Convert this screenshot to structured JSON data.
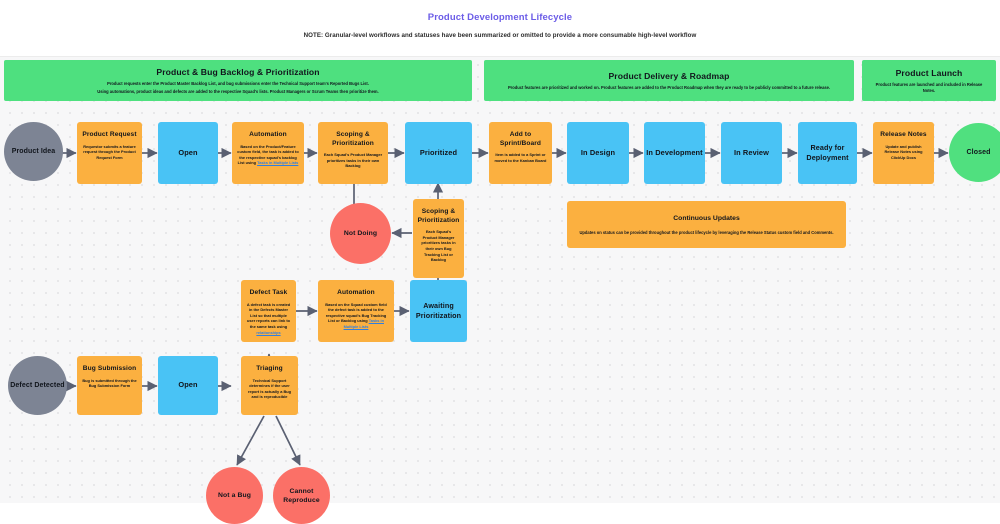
{
  "header": {
    "title": "Product Development Lifecycle",
    "note": "NOTE: Granular-level workflows and statuses have been summarized or omitted to provide a more consumable high-level workflow"
  },
  "banners": [
    {
      "id": "backlog",
      "title": "Product & Bug Backlog & Prioritization",
      "line1": "Product requests enter the Product Master Backlog List, and bug submissions enter the Technical Support team's Reported Bugs List.",
      "line2": "Using automations, product ideas and defects are added to the respective Squad's lists.  Product Managers or Scrum Teams then prioritize them."
    },
    {
      "id": "delivery",
      "title": "Product Delivery & Roadmap",
      "line1": "Product features are prioritized and worked on. Product features are added to the Product Roadmap when they are ready to be publicly committed to a future release.",
      "line2": ""
    },
    {
      "id": "launch",
      "title": "Product Launch",
      "line1": "Product features are launched and included in Release Notes.",
      "line2": ""
    }
  ],
  "nodes": {
    "product_idea": {
      "title": "Product Idea",
      "body": ""
    },
    "product_request": {
      "title": "Product Request",
      "body": "Requestor submits a feature request through the Product Request Form"
    },
    "open_top": {
      "title": "Open",
      "body": ""
    },
    "automation_top": {
      "title": "Automation",
      "body": "Based on the Product/Feature custom field, the task is added to the respective squad's backlog List using ",
      "link": "Tasks in Multiple Lists"
    },
    "scoping_top": {
      "title": "Scoping & Prioritization",
      "body": "Each Squad's Product Manager prioritizes tasks in their own Backlog"
    },
    "prioritized": {
      "title": "Prioritized",
      "body": ""
    },
    "add_sprint": {
      "title": "Add to Sprint/Board",
      "body": "Item is added to a Sprint or moved to the Kanban Board"
    },
    "in_design": {
      "title": "In Design",
      "body": ""
    },
    "in_development": {
      "title": "In Development",
      "body": ""
    },
    "in_review": {
      "title": "In Review",
      "body": ""
    },
    "ready_deploy": {
      "title": "Ready for Deployment",
      "body": ""
    },
    "release_notes": {
      "title": "Release Notes",
      "body": "Update and publish Release Notes using ClickUp Docs"
    },
    "closed": {
      "title": "Closed",
      "body": ""
    },
    "not_doing": {
      "title": "Not Doing",
      "body": ""
    },
    "scoping_mid": {
      "title": "Scoping & Prioritization",
      "body": "Each Squad's Product Manager prioritizes tasks in their own Bug Tracking List or Backlog"
    },
    "defect_task": {
      "title": "Defect Task",
      "body": "A defect task is created in the Defects Master List so that multiple user reports can link to the same task using ",
      "link": "relationships"
    },
    "automation_mid": {
      "title": "Automation",
      "body": "Based on the Squad custom field the defect task is added to the respective squad's Bug Tracking List or Backlog using ",
      "link": "Tasks in Multiple Lists"
    },
    "awaiting_prioritization": {
      "title": "Awaiting Prioritization",
      "body": ""
    },
    "defect_detected": {
      "title": "Defect Detected",
      "body": ""
    },
    "bug_submission": {
      "title": "Bug Submission",
      "body": "Bug is submitted through the Bug Submission Form"
    },
    "open_bottom": {
      "title": "Open",
      "body": ""
    },
    "triaging": {
      "title": "Triaging",
      "body": "Technical Support determines if the user report is actually a Bug and is reproducible"
    },
    "not_a_bug": {
      "title": "Not a Bug",
      "body": ""
    },
    "cannot_reproduce": {
      "title": "Cannot Reproduce",
      "body": ""
    }
  },
  "continuous_updates": {
    "title": "Continuous Updates",
    "subtitle": "Updates on status can be provided throughout the product lifecycle by leveraging the Release Status custom field and Comments."
  },
  "colors": {
    "accent_title": "#6b5ce7",
    "banner_green": "#4ee07f",
    "node_orange": "#fbb040",
    "node_blue": "#49c3f5",
    "node_red": "#fb7067",
    "node_green": "#50e07f",
    "node_gray": "#7d8494",
    "edge": "#5a6072",
    "link": "#2f7fe0"
  }
}
